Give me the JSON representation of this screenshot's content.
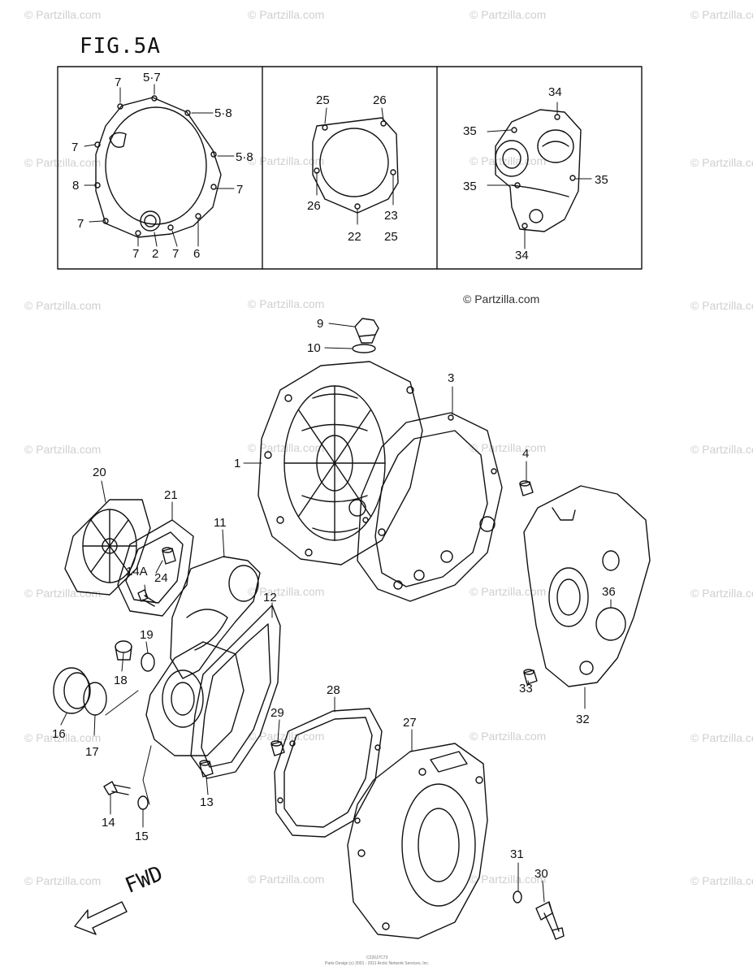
{
  "figure_title": "FIG.5A",
  "watermark_text": "© Partzilla.com",
  "copyright_label": "© Partzilla.com",
  "direction_label": "FWD",
  "footer": {
    "code": "C220J7C73",
    "credit": "Parts Design (c) 2001 - 2011 Arctic Network Services, Inc."
  },
  "labels": {
    "p1": "1",
    "p2": "2",
    "p3": "3",
    "p4": "4",
    "p6": "6",
    "p7": "7",
    "p8": "8",
    "p57": "5·7",
    "p58": "5·8",
    "p9": "9",
    "p10": "10",
    "p11": "11",
    "p12": "12",
    "p13": "13",
    "p14": "14",
    "p14a": "14A",
    "p15": "15",
    "p16": "16",
    "p17": "17",
    "p18": "18",
    "p19": "19",
    "p20": "20",
    "p21": "21",
    "p22": "22",
    "p23": "23",
    "p24": "24",
    "p25": "25",
    "p26": "26",
    "p27": "27",
    "p28": "28",
    "p29": "29",
    "p30": "30",
    "p31": "31",
    "p32": "32",
    "p33": "33",
    "p34": "34",
    "p35": "35",
    "p36": "36"
  },
  "colors": {
    "ink": "#111111",
    "watermark": "#cfcfcf",
    "background": "#ffffff"
  }
}
